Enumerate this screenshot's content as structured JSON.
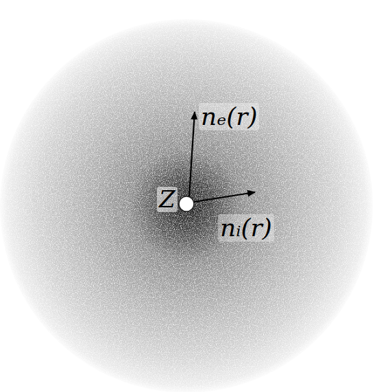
{
  "diagram": {
    "labels": [
      "Z",
      "nₑ(r)",
      "nᵢ(r)"
    ]
  }
}
